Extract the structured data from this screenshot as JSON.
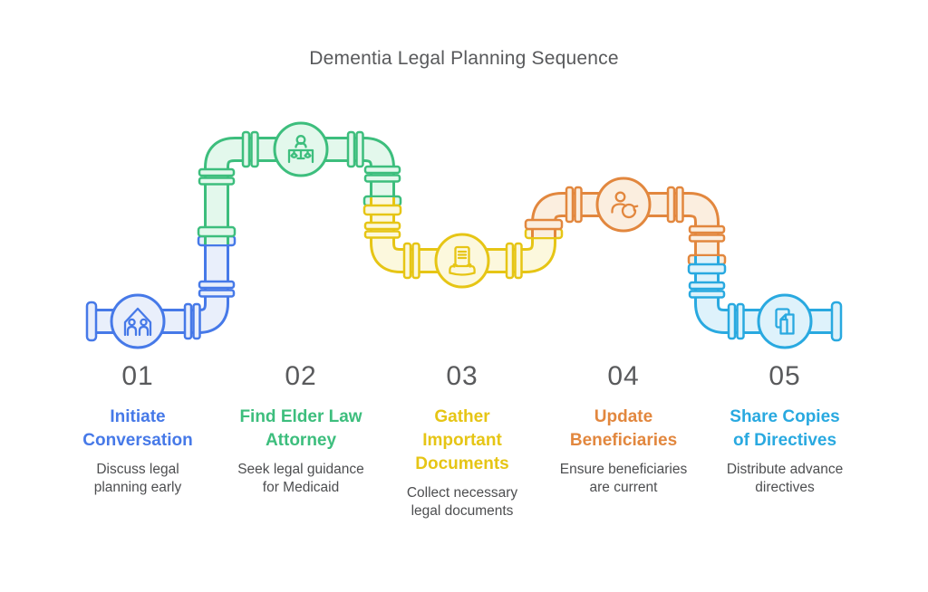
{
  "title": "Dementia Legal Planning Sequence",
  "palette": {
    "c1": "#4679e8",
    "f1": "#e9effb",
    "c2": "#3dbe7d",
    "f2": "#e3f8ec",
    "c3": "#e6c515",
    "f3": "#fcf8dd",
    "c4": "#e2873e",
    "f4": "#fbeedf",
    "c5": "#29a9e0",
    "f5": "#def2fb",
    "heading": "#58595b",
    "number": "#595a5c",
    "description": "#4d4e50"
  },
  "steps": [
    {
      "number": "01",
      "title": "Initiate\nConversation",
      "description": "Discuss legal\nplanning early",
      "icon": "family-home-icon"
    },
    {
      "number": "02",
      "title": "Find Elder Law\nAttorney",
      "description": "Seek legal guidance\nfor Medicaid",
      "icon": "attorney-scales-icon"
    },
    {
      "number": "03",
      "title": "Gather\nImportant\nDocuments",
      "description": "Collect necessary\nlegal documents",
      "icon": "document-hands-icon"
    },
    {
      "number": "04",
      "title": "Update\nBeneficiaries",
      "description": "Ensure beneficiaries\nare current",
      "icon": "person-refresh-icon"
    },
    {
      "number": "05",
      "title": "Share Copies\nof Directives",
      "description": "Distribute advance\ndirectives",
      "icon": "document-copies-icon"
    }
  ]
}
